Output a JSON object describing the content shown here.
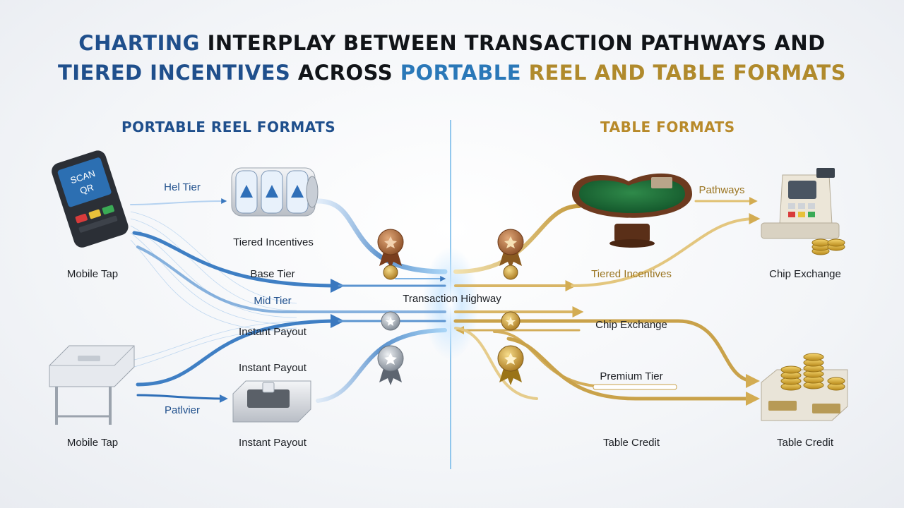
{
  "title": {
    "line1": [
      {
        "text": "CHARTING ",
        "color": "blue"
      },
      {
        "text": "INTERPLAY BETWEEN TRANSACTION PATHWAYS AND",
        "color": "dark"
      }
    ],
    "line2": [
      {
        "text": "TIERED INCENTIVES ",
        "color": "blue"
      },
      {
        "text": "ACROSS ",
        "color": "dark"
      },
      {
        "text": "PORTABLE ",
        "color": "teal"
      },
      {
        "text": "REEL AND TABLE FORMATS",
        "color": "gold"
      }
    ]
  },
  "sections": {
    "left": "PORTABLE REEL FORMATS",
    "right": "TABLE FORMATS"
  },
  "device_text": {
    "terminal_screen_line1": "SCAN",
    "terminal_screen_line2": "QR"
  },
  "labels": {
    "hel_tier": "Hel Tier",
    "tiered_incentives_left": "Tiered Incentives",
    "mobile_tap_top": "Mobile Tap",
    "base_tier": "Base Tier",
    "mid_tier": "Mid Tier",
    "transaction_highway": "Transaction Highway",
    "instant_payout_mid": "Instant Payout",
    "instant_payout_upper": "Instant Payout",
    "patlvier": "Patlvier",
    "mobile_tap_bottom": "Mobile Tap",
    "instant_payout_bottom": "Instant Payout",
    "pathways": "Pathways",
    "tiered_incentives_right": "Tiered Incentives",
    "chip_exchange_top": "Chip Exchange",
    "chip_exchange_mid": "Chip Exchange",
    "premium_tier": "Premium Tier",
    "table_credit_mid": "Table Credit",
    "table_credit_right": "Table Credit"
  },
  "colors": {
    "blue": "#1f4f8c",
    "dark": "#111418",
    "teal": "#2a78b8",
    "gold": "#b08a2c",
    "flow_blue": "#3f7fc4",
    "flow_gold": "#c9a24a",
    "divider": "#6fb6e8"
  },
  "icons": {
    "terminal": "payment-terminal-icon",
    "reel": "slot-reel-icon",
    "kiosk": "card-reader-table-icon",
    "payout_box": "payout-box-icon",
    "table": "blackjack-table-icon",
    "register": "cash-register-icon",
    "chips": "chip-stack-icon",
    "medal": "medal-icon"
  }
}
